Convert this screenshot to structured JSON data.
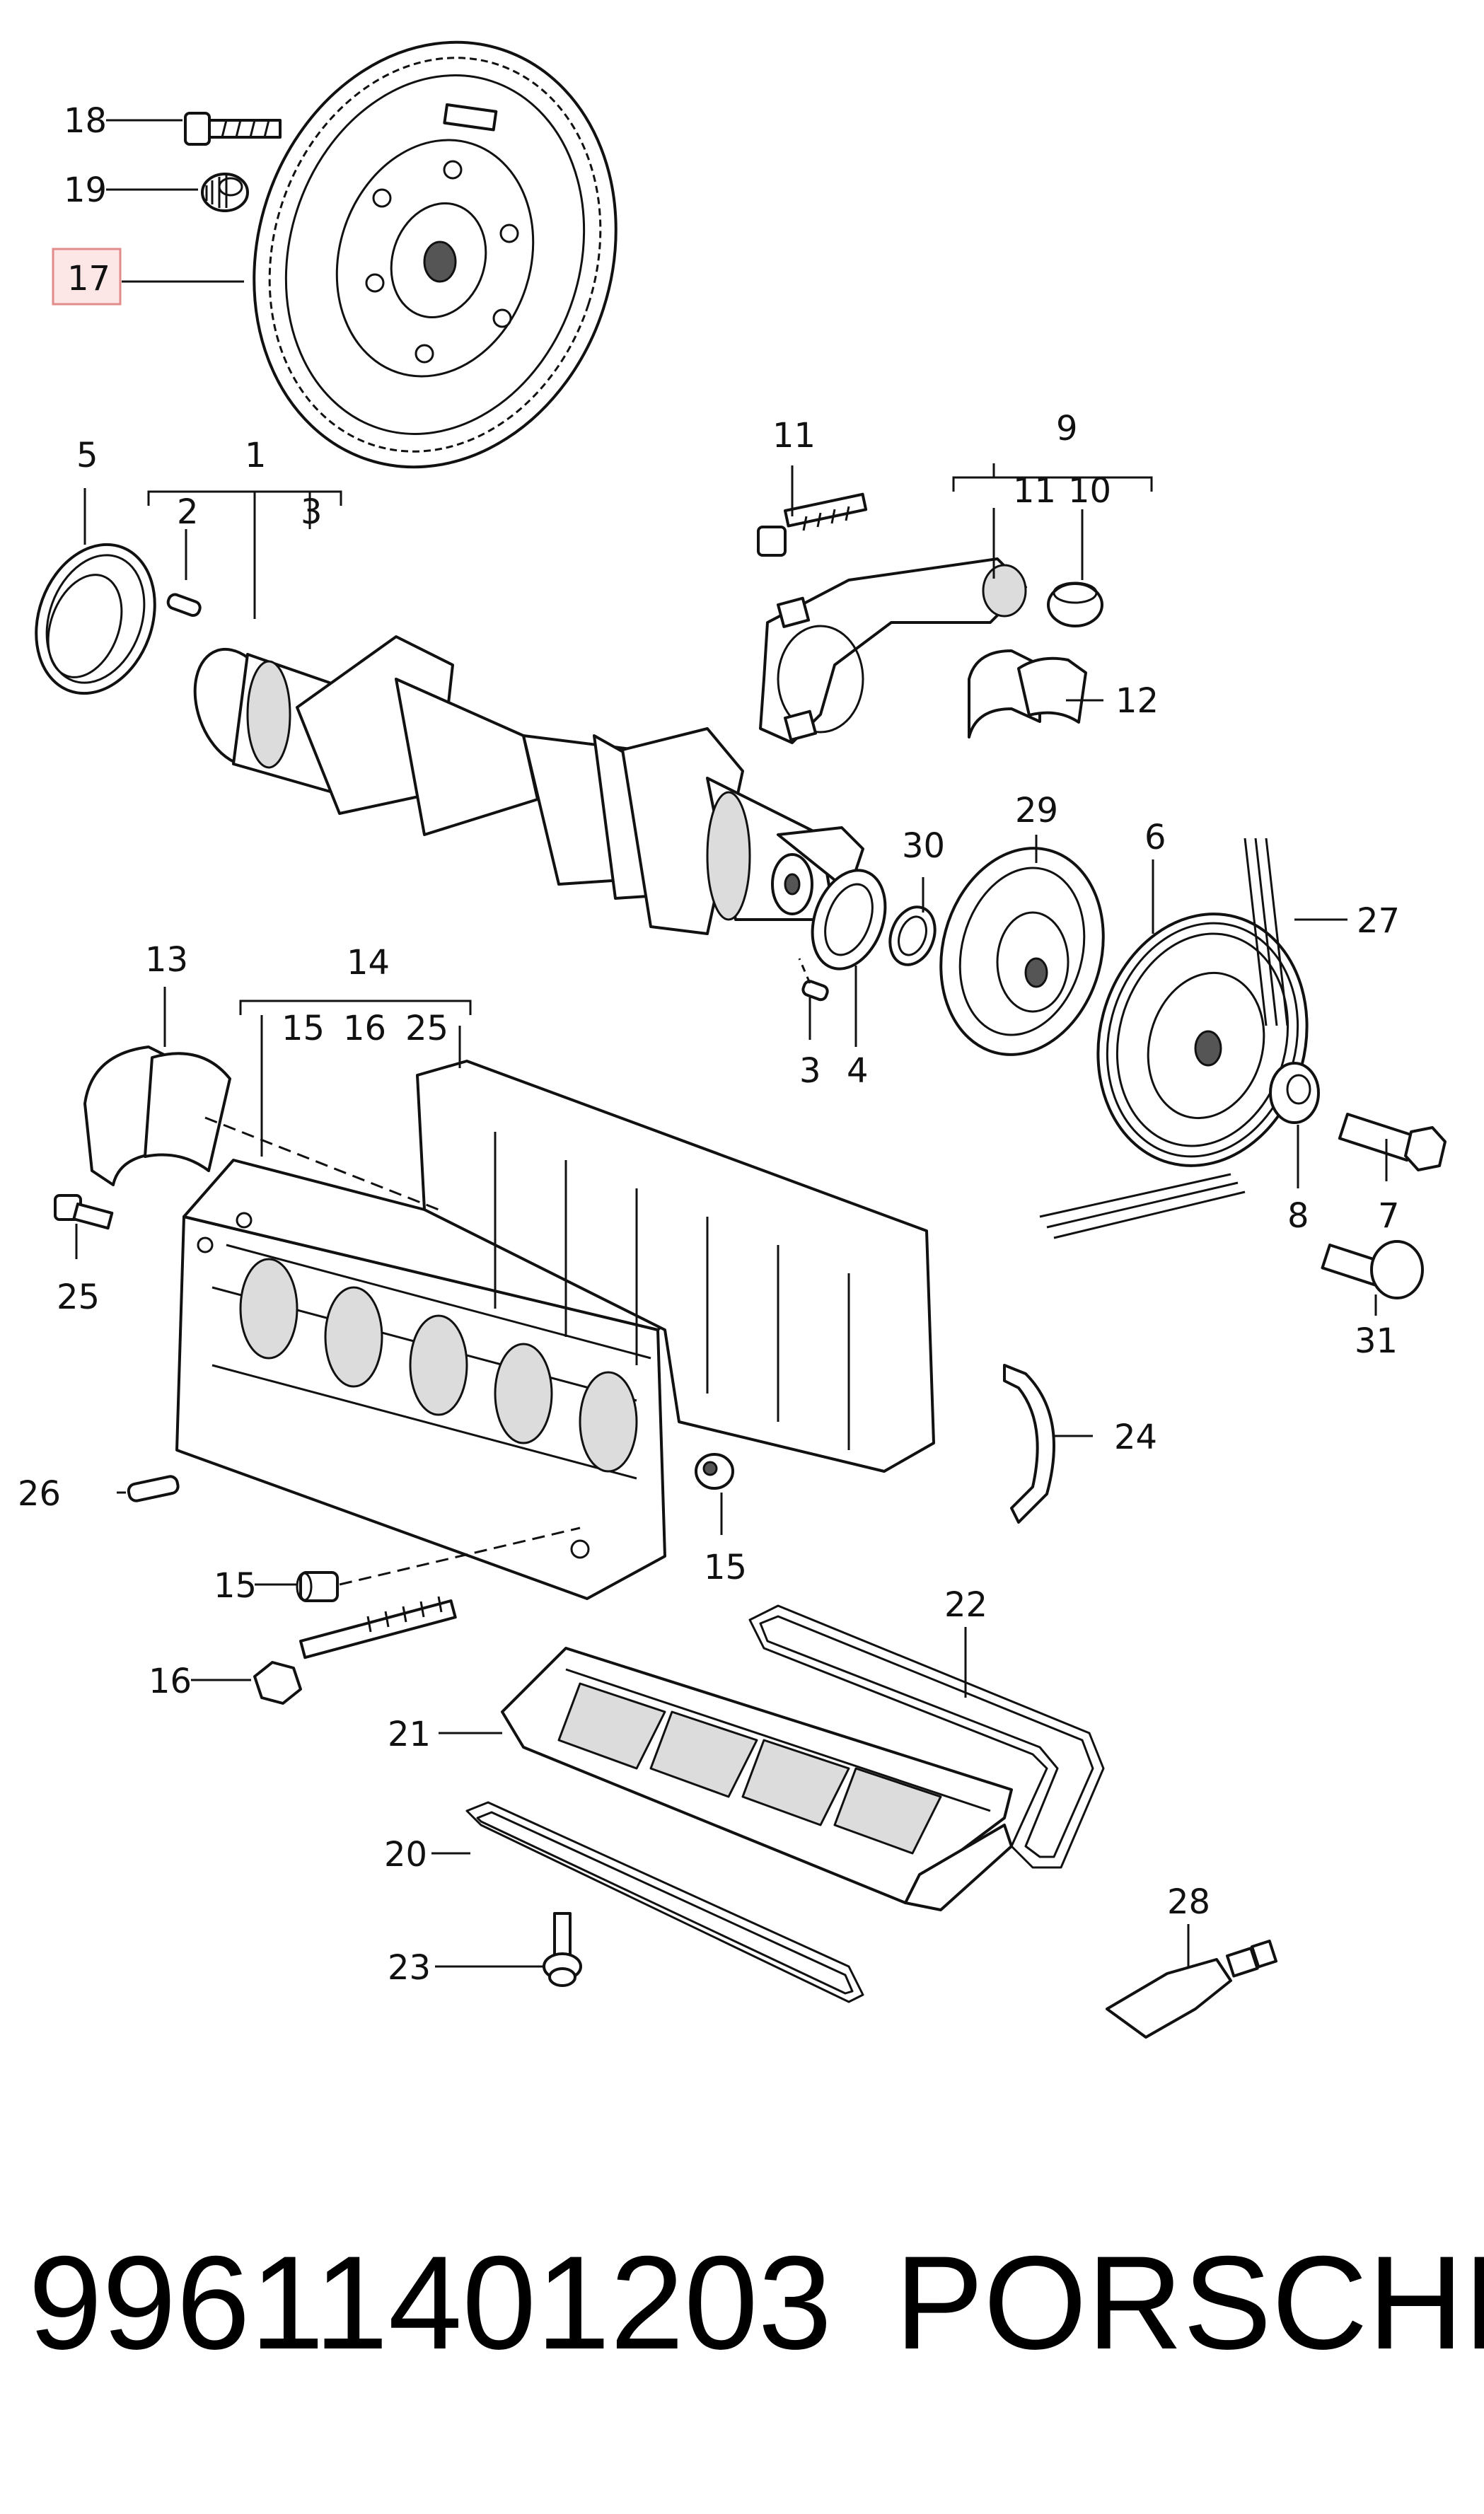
{
  "highlighted_label": "17",
  "highlight_color": "#fde6e6",
  "labels": {
    "l1": "1",
    "l2": "2",
    "l3a": "3",
    "l3b": "3",
    "l4": "4",
    "l5": "5",
    "l6": "6",
    "l7": "7",
    "l8": "8",
    "l9": "9",
    "l10": "10",
    "l11a": "11",
    "l11b": "11",
    "l12": "12",
    "l13": "13",
    "l14": "14",
    "l15a": "15",
    "l15b": "15",
    "l15c": "15",
    "l16a": "16",
    "l16b": "16",
    "l17": "17",
    "l18": "18",
    "l19": "19",
    "l20": "20",
    "l21": "21",
    "l22": "22",
    "l23": "23",
    "l24": "24",
    "l25a": "25",
    "l25b": "25",
    "l26": "26",
    "l27": "27",
    "l28": "28",
    "l29": "29",
    "l30": "30",
    "l31": "31"
  },
  "footer": {
    "part_number": "99611401203",
    "brand": "PORSCHE"
  }
}
